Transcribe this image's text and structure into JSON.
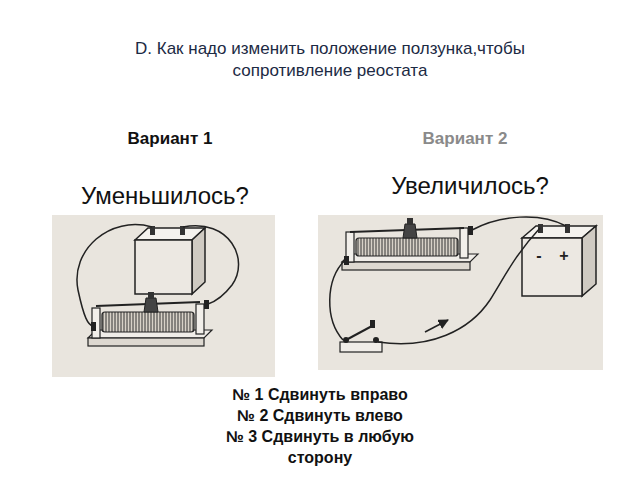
{
  "diagram": {
    "title": "D. Как надо изменить положение ползунка,чтобы сопротивление реостата",
    "labels": [
      "Вариант 1",
      "Вариант 2",
      "Уменьшилось?",
      "Увеличилось?",
      "-",
      "+",
      "№ 1 Сдвинуть вправо",
      "№ 2 Сдвинуть влево",
      "№ 3 Сдвинуть в любую сторону"
    ]
  }
}
